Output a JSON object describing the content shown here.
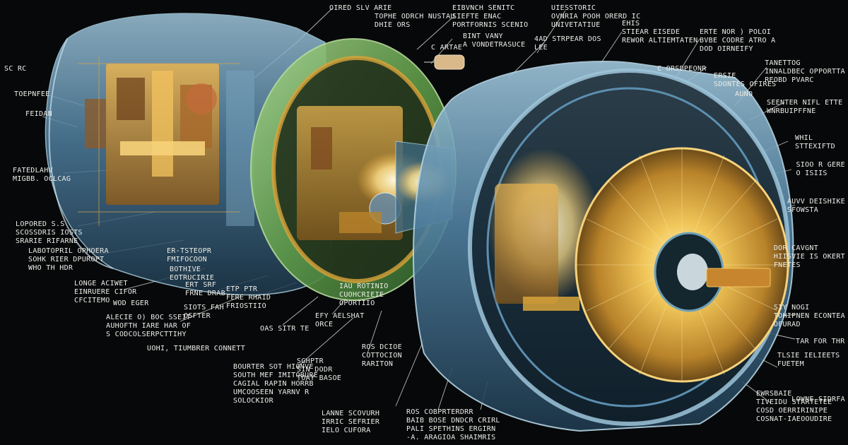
{
  "palette": {
    "background": "#07080a",
    "hull_blue": "#5c8fb0",
    "hull_green": "#6fb05a",
    "core_gold": "#d9a43a",
    "glow": "#fff3c2",
    "leader_line": "#d8d8d0",
    "label_text": "#ecece6"
  },
  "labels": [
    "OIRED SLV ARIE",
    "EIBVNCH SENITC\nSIEFTE ENAC\nPORTFORNIS SCENIO",
    "UIESSTORIC\nOVNRIA POOH ORERD IC\nUNIVETATIUE",
    "TOPHE ODRCH NUSTAU\nDHIE ORS",
    "EHIS\nSTIEAR EISEDE\nREWOR ALTIEMTATEN",
    "ERTE NOR ) POLOI\nBVBE CODRE ATRO A\nDOD OIRNEIFY",
    "BINT VANY\nA VONDETRASUCE",
    "4AD STRPEAR DOS\nLEE",
    "C ARTAE",
    "SC RC",
    "C ORSDPEONR",
    "TANETTOG\nINNALDBEC OPPORTTA\nREOBD PVARC",
    "ERSIE\nSDONTES OFIRES",
    "AUNO",
    "SEENTER NIFL ETTE\nWNRBUIPFFNE",
    "TOEPNFEE",
    "FEIDAN",
    "WHIL\nSTTEXIFTD",
    "FATEDLAHV\nMIGBB. OCLCAG",
    "SIOO R GERE\nO ISIIS",
    "LOPORED S.S\nSCOSSDRIS IOSTS\nSRARIE RIFARNE",
    "AUVV DEISHIKE\nSFOWSTA",
    "LABOTOPRIL OPHOERA\nSOHK RIER DPUROPT\nWHO TH HDR",
    "DOR CAVGNT\nHIISVIE IS OKERT\nFNETES",
    "SIY NOGI\nTOHIPNEN ECONTEA\nOFURAD",
    "LONGE ACIWET\nEINRUERE CIFOR\nCFCITEMO",
    "ERT SRF\nFRNE DRAB",
    "ETP PTR\nFERE RHAID\nFRIOSTIIO",
    "ER-TSTEOPR\nFMIFOCOON",
    "ALECIE O) BOC SSEIT\nAUHOFTH IARE HAR OF\nS CODCOLSERPCTTIHY",
    "EFY AELSHAT\nORCE",
    "SIOTS FAH\nOSFTER",
    "OAS SITR TE",
    "BOTHIVE\nEOTRUCIRIE",
    "WOD EGER",
    "TLSIE IELIEETS\nFUETEM",
    "LOWNE SIDRFA",
    "TAR FOR THR",
    "IAU ROTINIO\nCUOHCRIEIE\nOPORTIIO",
    "UOHI, TIUMBRER CONNETT",
    "ROS DCIOE\nCOTTOCION\nRARITON",
    "BOURTER SOT HIONVE\nSOUTH MEF IMITOBURE\nCAGIAL RAPIN HORRB\nUMCOOSEEN YARNV R\nSOLOCKIOR",
    "SGHPTR\nSIN DODR\nTOAY BASOE",
    "LANNE SCOVURH\nIRRIC SEFRIER\nIELO CUFORA",
    "ROS COBPRTERDRR\nBAIB BOSE DNDCR CRIRL\nPALI SPETHINS ERGIRN\n-A. ARAGIOA SHAIMRIS",
    "EWRSBAIE\nTIVEIDU STARTETEE\nCOSD OERRIRINIPE\nCOSNAT-IAEOOUDIRE"
  ]
}
